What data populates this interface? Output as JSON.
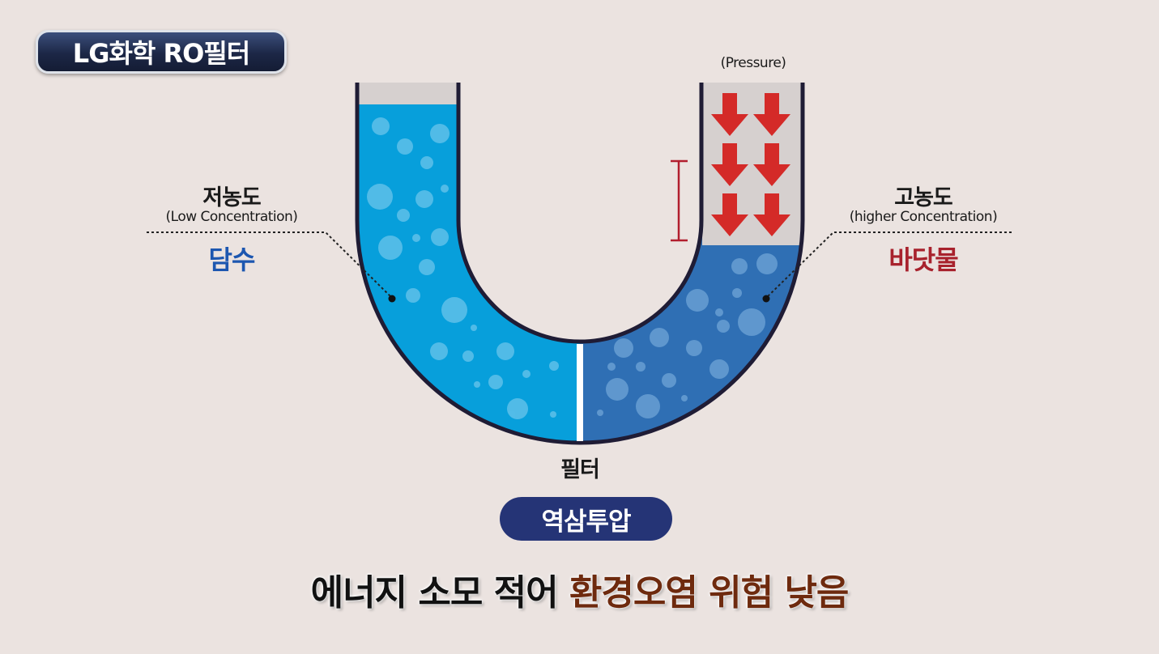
{
  "badge": {
    "text": "LG화학 RO필터"
  },
  "pressure_label": "(Pressure)",
  "left": {
    "title": "저농도",
    "subtitle": "(Low Concentration)",
    "name": "담수",
    "name_color": "#1d57b0"
  },
  "right": {
    "title": "고농도",
    "subtitle": "(higher Concentration)",
    "name": "바닷물",
    "name_color": "#a8222d"
  },
  "filter_label": "필터",
  "process": {
    "label": "역삼투압"
  },
  "caption": {
    "part1": "에너지 소모 적어",
    "part2": "환경오염 위험 낮음"
  },
  "colors": {
    "fresh_water": "#079fdb",
    "sea_water": "#2f6fb4",
    "tube_outline": "#1f1c35",
    "arrow": "#d42a28",
    "background": "#ebe3e0"
  },
  "icons": [
    "pressure-down-arrow-icon",
    "height-bracket-icon"
  ]
}
